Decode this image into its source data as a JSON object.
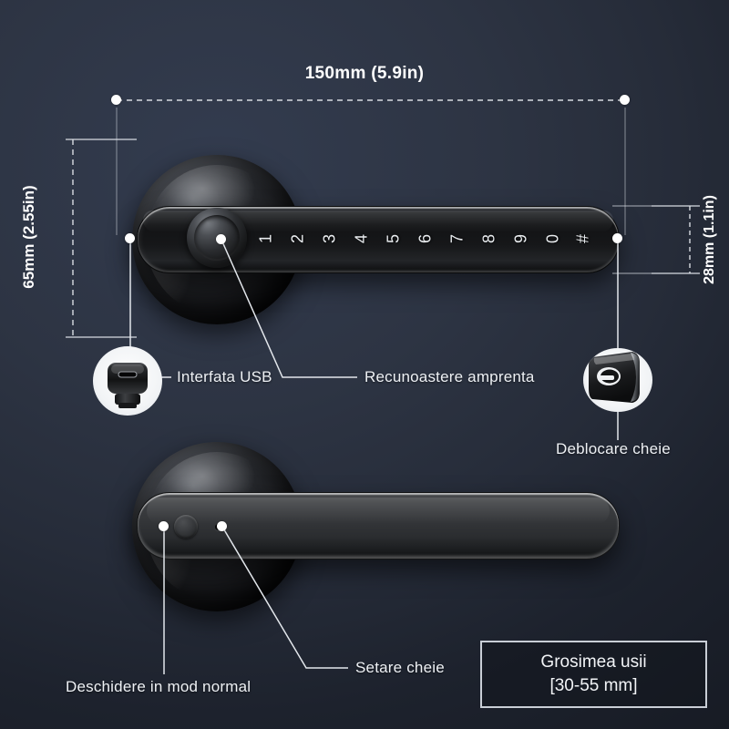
{
  "dimensions": {
    "width_label": "150mm (5.9in)",
    "height_label": "65mm (2.55in)",
    "depth_label": "28mm (1.1in)"
  },
  "keypad": {
    "keys": [
      "1",
      "2",
      "3",
      "4",
      "5",
      "6",
      "7",
      "8",
      "9",
      "0",
      "#"
    ]
  },
  "callouts": {
    "usb": "Interfata USB",
    "fingerprint": "Recunoastere amprenta",
    "key_unlock": "Deblocare cheie",
    "key_setting": "Setare cheie",
    "normal_open": "Deschidere in mod normal"
  },
  "thickness_box": {
    "line1": "Grosimea usii",
    "line2": "[30-55 mm]"
  },
  "colors": {
    "background_top": "#333c4f",
    "background_bottom": "#171b24",
    "marker": "#ffffff",
    "text": "#eef1f5",
    "box_border": "#c9ced6"
  }
}
